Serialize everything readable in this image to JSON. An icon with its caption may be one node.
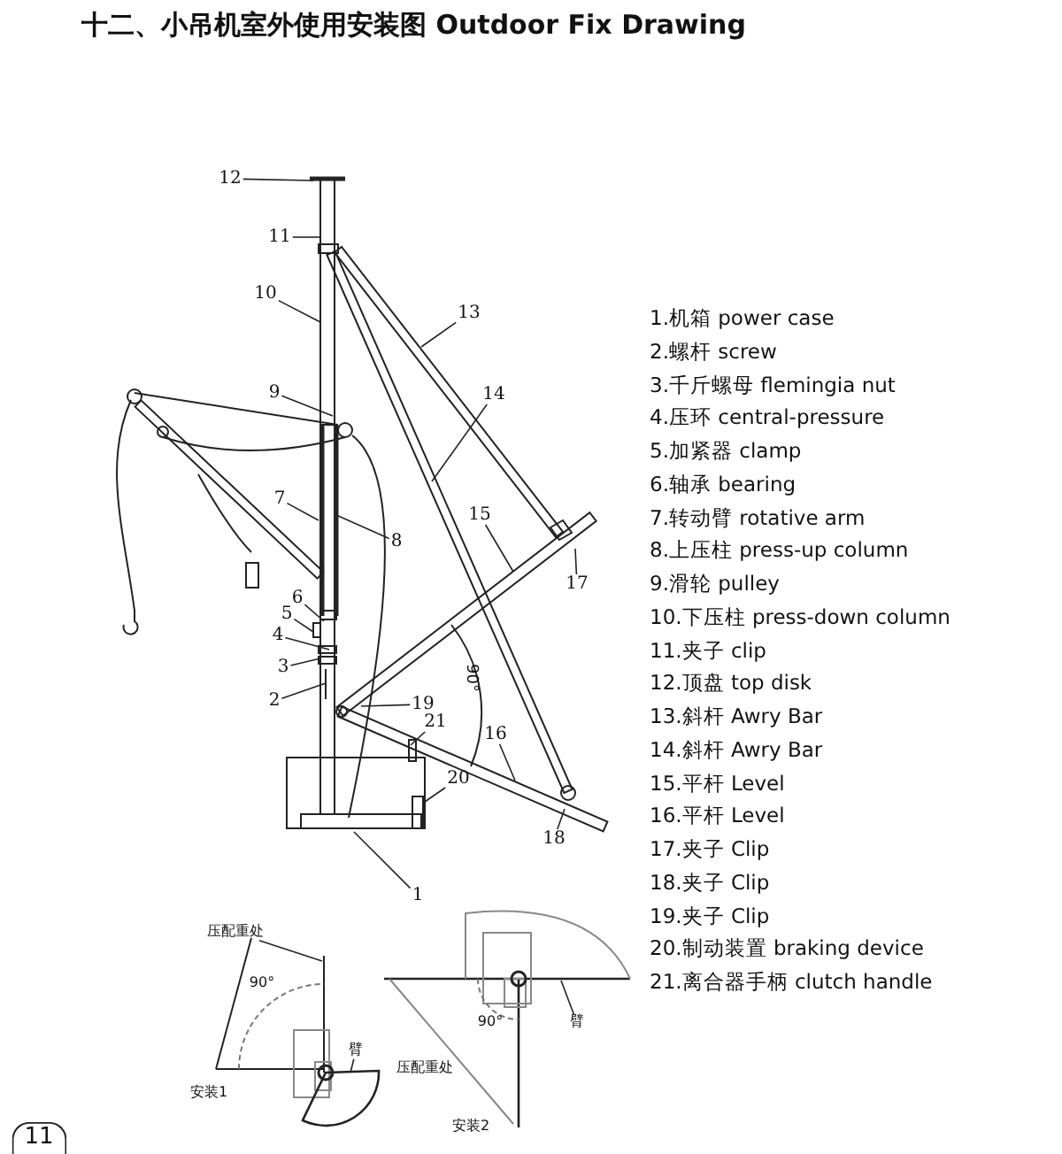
{
  "diagram": {
    "title": "十二、小吊机室外使用安装图 Outdoor Fix Drawing",
    "nodes": [
      {
        "text": [
          "12"
        ]
      },
      {
        "text": [
          "11"
        ]
      },
      {
        "text": [
          "10"
        ]
      },
      {
        "text": [
          "13"
        ]
      },
      {
        "text": [
          "9"
        ]
      },
      {
        "text": [
          "14"
        ]
      },
      {
        "text": [
          "7"
        ]
      },
      {
        "text": [
          "15"
        ]
      },
      {
        "text": [
          "8"
        ]
      },
      {
        "text": [
          "17"
        ]
      },
      {
        "text": [
          "6"
        ]
      },
      {
        "text": [
          "5"
        ]
      },
      {
        "text": [
          "4"
        ]
      },
      {
        "text": [
          "3"
        ]
      },
      {
        "text": [
          "2"
        ]
      },
      {
        "text": [
          "19"
        ]
      },
      {
        "text": [
          "21"
        ]
      },
      {
        "text": [
          "16"
        ]
      },
      {
        "text": [
          "20"
        ]
      },
      {
        "text": [
          "18"
        ]
      },
      {
        "text": [
          "1"
        ]
      },
      {
        "text": [
          "压配重处"
        ]
      },
      {
        "text": [
          "臂"
        ]
      },
      {
        "text": [
          "臂"
        ]
      }
    ],
    "edges": [
      {
        "from": 0,
        "to": null,
        "arrow": "none"
      },
      {
        "from": 1,
        "to": null,
        "arrow": "none"
      },
      {
        "from": 2,
        "to": null,
        "arrow": "none"
      },
      {
        "from": 3,
        "to": null,
        "arrow": "none"
      },
      {
        "from": 4,
        "to": null,
        "arrow": "none"
      },
      {
        "from": 5,
        "to": null,
        "arrow": "none"
      },
      {
        "from": 6,
        "to": null,
        "arrow": "none"
      },
      {
        "from": 7,
        "to": null,
        "arrow": "none"
      },
      {
        "from": 8,
        "to": null,
        "arrow": "none"
      },
      {
        "from": 9,
        "to": null,
        "arrow": "none"
      },
      {
        "from": 10,
        "to": null,
        "arrow": "none"
      },
      {
        "from": 11,
        "to": null,
        "arrow": "none"
      },
      {
        "from": 12,
        "to": null,
        "arrow": "none"
      },
      {
        "from": 13,
        "to": null,
        "arrow": "none"
      },
      {
        "from": 14,
        "to": null,
        "arrow": "none"
      },
      {
        "from": 15,
        "to": null,
        "arrow": "none"
      },
      {
        "from": 16,
        "to": null,
        "arrow": "none"
      },
      {
        "from": 17,
        "to": null,
        "arrow": "none"
      },
      {
        "from": 18,
        "to": null,
        "arrow": "none"
      },
      {
        "from": 19,
        "to": null,
        "arrow": "none"
      },
      {
        "from": 20,
        "to": null,
        "arrow": "none"
      },
      {
        "from": 21,
        "to": null,
        "arrow": "none"
      },
      {
        "from": 22,
        "to": null,
        "arrow": "none"
      },
      {
        "from": 23,
        "to": null,
        "arrow": "none"
      }
    ],
    "labels": [
      "1.机箱 power case",
      "2.螺杆 screw",
      "3.千斤螺母 flemingia nut",
      "4.压环 central-pressure",
      "5.加紧器 clamp",
      "6.轴承 bearing",
      "7.转动臂 rotative arm",
      "8.上压柱 press-up column",
      "9.滑轮 pulley",
      "10.下压柱 press-down column",
      "11.夹子 clip",
      "12.顶盘 top disk",
      "13.斜杆 Awry Bar",
      "14.斜杆 Awry Bar",
      "15.平杆 Level",
      "16.平杆 Level",
      "17.夹子 Clip",
      "18.夹子 Clip",
      "19.夹子 Clip",
      "20.制动装置 braking device",
      "21.离合器手柄 clutch handle",
      "90°",
      "90°",
      "90°",
      "压配重处",
      "安装1",
      "安装2",
      "11"
    ]
  }
}
